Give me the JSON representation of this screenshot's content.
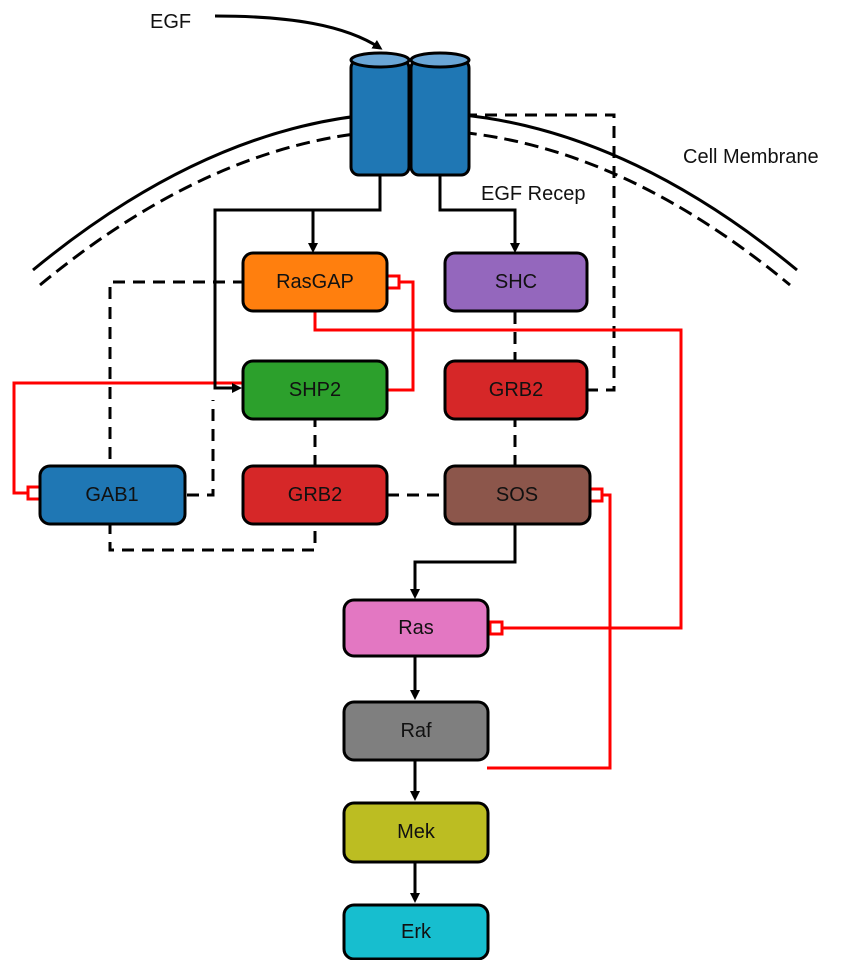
{
  "labels": {
    "egf": "EGF",
    "cell_membrane": "Cell Membrane",
    "egf_receptor": "EGF Recep"
  },
  "nodes": {
    "rasgap": {
      "label": "RasGAP",
      "color": "#ff7f0e"
    },
    "shc": {
      "label": "SHC",
      "color": "#9467bd"
    },
    "shp2": {
      "label": "SHP2",
      "color": "#2ca02c"
    },
    "grb2_right": {
      "label": "GRB2",
      "color": "#d62728"
    },
    "gab1": {
      "label": "GAB1",
      "color": "#1f77b4"
    },
    "grb2_left": {
      "label": "GRB2",
      "color": "#d62728"
    },
    "sos": {
      "label": "SOS",
      "color": "#8c564b"
    },
    "ras": {
      "label": "Ras",
      "color": "#e377c2"
    },
    "raf": {
      "label": "Raf",
      "color": "#7f7f7f"
    },
    "mek": {
      "label": "Mek",
      "color": "#bcbd22"
    },
    "erk": {
      "label": "Erk",
      "color": "#17becf"
    }
  },
  "colors": {
    "receptor": "#1f77b4",
    "receptor_top": "#6aa6d6",
    "activation": "#000000",
    "inhibition": "#ff0000"
  }
}
